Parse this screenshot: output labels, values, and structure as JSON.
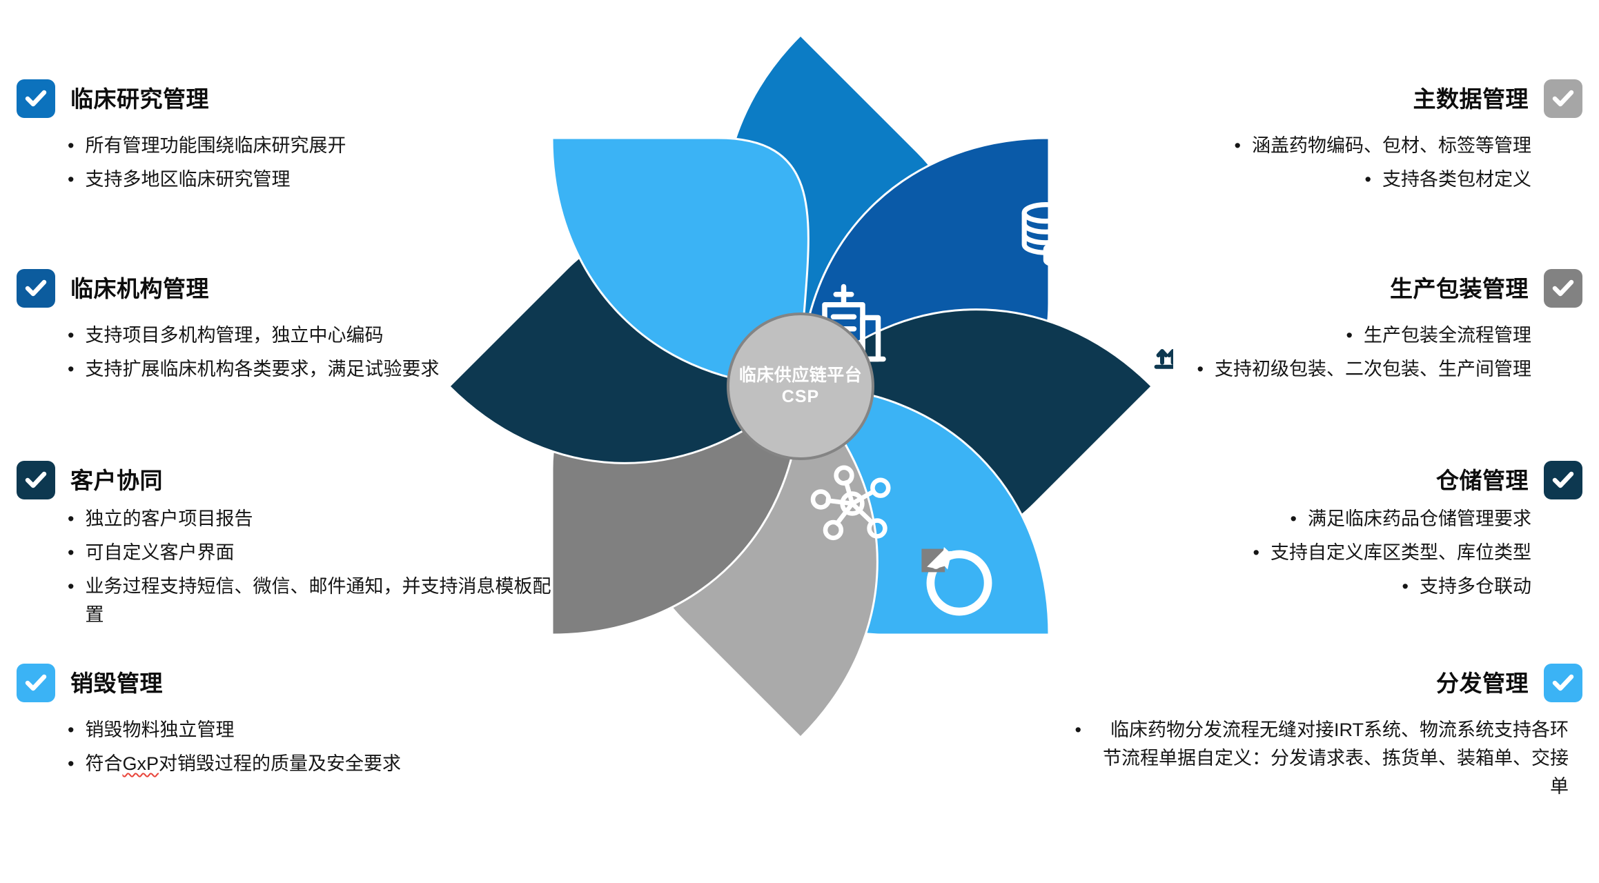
{
  "hub": {
    "line1": "临床供应链平台",
    "line2": "CSP",
    "fill": "#c0c0c0",
    "stroke": "#848484"
  },
  "petals": [
    {
      "name": "test-tubes",
      "icon": "test-tubes-icon",
      "color": "#0c7cc5",
      "angle": -45
    },
    {
      "name": "database",
      "icon": "database-stack-icon",
      "color": "#0a5aa8",
      "angle": 0
    },
    {
      "name": "inbound",
      "icon": "inbound-box-icon",
      "color": "#0d3850",
      "angle": 45
    },
    {
      "name": "warehouse",
      "icon": "warehouse-icon",
      "color": "#3bb3f5",
      "angle": 90
    },
    {
      "name": "truck",
      "icon": "delivery-truck-icon",
      "color": "#aaaaaa",
      "angle": 135
    },
    {
      "name": "recycle",
      "icon": "return-arrow-icon",
      "color": "#808080",
      "angle": 180
    },
    {
      "name": "network",
      "icon": "network-hub-icon",
      "color": "#0d3850",
      "angle": 225
    },
    {
      "name": "hospital",
      "icon": "hospital-icon",
      "color": "#3bb3f5",
      "angle": 270
    }
  ],
  "left": {
    "blocks": [
      {
        "title": "临床研究管理",
        "checkbox_color": "#0c72bd",
        "bullets": [
          "所有管理功能围绕临床研究展开",
          "支持多地区临床研究管理"
        ]
      },
      {
        "title": "临床机构管理",
        "checkbox_color": "#0c5c9e",
        "bullets": [
          "支持项目多机构管理，独立中心编码",
          "支持扩展临床机构各类要求，满足试验要求"
        ]
      },
      {
        "title": "客户协同",
        "checkbox_color": "#0d3850",
        "bullets": [
          "独立的客户项目报告",
          "可自定义客户界面",
          "业务过程支持短信、微信、邮件通知，并支持消息模板配置"
        ]
      },
      {
        "title": "销毁管理",
        "checkbox_color": "#3bb3f5",
        "bullets": [
          "销毁物料独立管理",
          "符合GxP对销毁过程的质量及安全要求"
        ]
      }
    ]
  },
  "right": {
    "blocks": [
      {
        "title": "主数据管理",
        "checkbox_color": "#a6a6a6",
        "bullets": [
          "涵盖药物编码、包材、标签等管理",
          "支持各类包材定义"
        ]
      },
      {
        "title": "生产包装管理",
        "checkbox_color": "#828282",
        "bullets": [
          "生产包装全流程管理",
          "支持初级包装、二次包装、生产间管理"
        ]
      },
      {
        "title": "仓储管理",
        "checkbox_color": "#0d3850",
        "bullets": [
          "满足临床药品仓储管理要求",
          "支持自定义库区类型、库位类型",
          "支持多仓联动"
        ]
      },
      {
        "title": "分发管理",
        "checkbox_color": "#3bb3f5",
        "bullets": [
          "临床药物分发流程无缝对接IRT系统、物流系统支持各环节流程单据自定义：分发请求表、拣货单、装箱单、交接单"
        ]
      }
    ]
  },
  "bullet_marker": "•",
  "spellcheck_word": "GxP"
}
